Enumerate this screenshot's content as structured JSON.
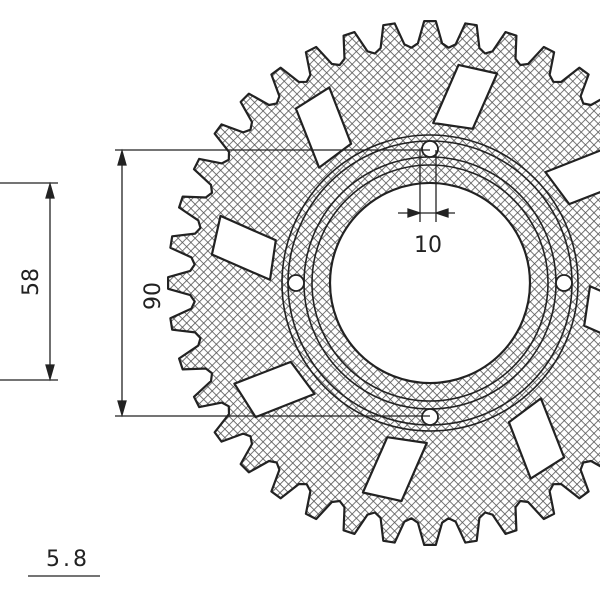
{
  "drawing": {
    "subject": "sprocket",
    "teeth": 40,
    "bolt_holes": 4,
    "windows": 8,
    "line_color": "#222222",
    "fill_pattern": "crosshatch",
    "dimensions": {
      "center_bore": "58",
      "bolt_circle": "90",
      "bolt_hole": "10",
      "thickness": "5.8"
    }
  }
}
